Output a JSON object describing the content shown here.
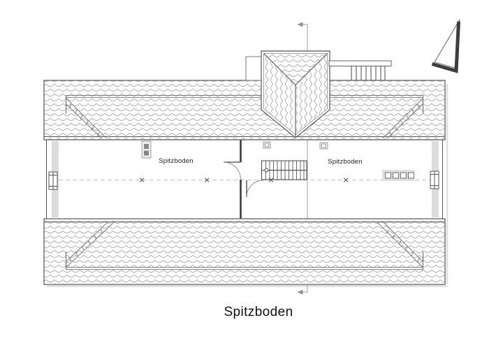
{
  "plan": {
    "room_label_left": "Spitzboden",
    "room_label_right": "Spitzboden",
    "title": "Spitzboden"
  },
  "icons": {
    "north_arrow": "north-arrow",
    "section_arrow_top": "section-cut-arrow-left",
    "section_arrow_bottom": "section-cut-arrow-left"
  },
  "colors": {
    "outline": "#555555",
    "shingle_hatch": "#b4b4b4",
    "light_gray_fill": "#dcdcdc",
    "section_line": "#9f9f9f",
    "north_arrow_dark": "#3d3d3d",
    "text": "#111111"
  }
}
